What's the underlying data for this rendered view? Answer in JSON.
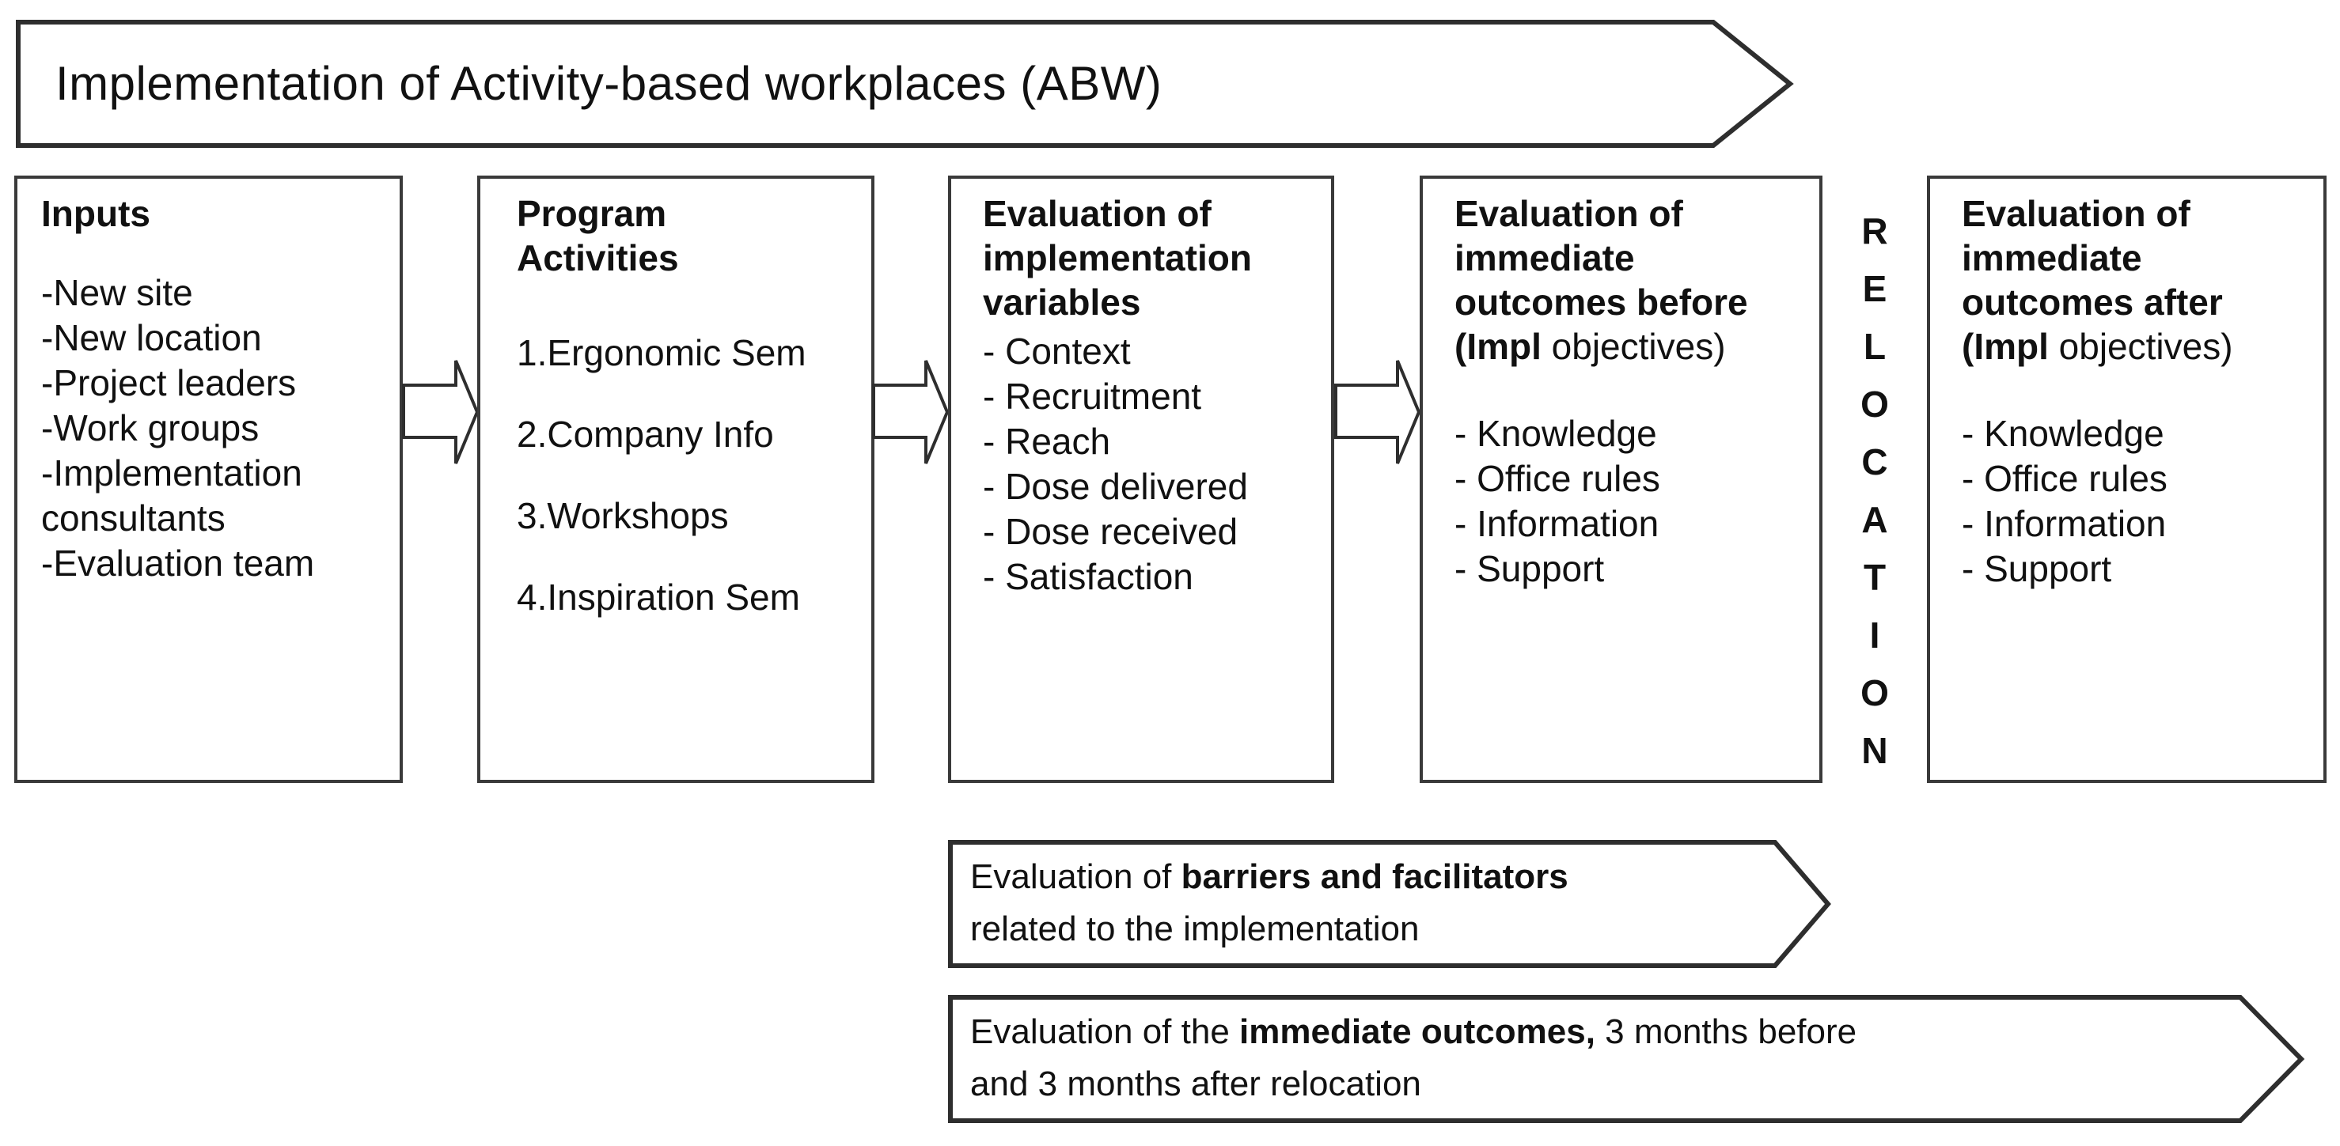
{
  "colors": {
    "border": "#2e2e2e",
    "text": "#111111",
    "background": "#ffffff"
  },
  "banner": {
    "title": "Implementation of Activity-based workplaces (ABW)"
  },
  "boxes": [
    {
      "title": "Inputs",
      "items": [
        "-New site",
        "-New location",
        "-Project leaders",
        "-Work groups",
        "-Implementation\nconsultants",
        "-Evaluation team"
      ]
    },
    {
      "title": "Program\nActivities",
      "items": [
        "1.Ergonomic Sem",
        "2.Company Info",
        "3.Workshops",
        "4.Inspiration Sem"
      ]
    },
    {
      "title": "Evaluation of\nimplementation\nvariables",
      "items": [
        "- Context",
        "- Recruitment",
        "- Reach",
        "- Dose delivered",
        "- Dose received",
        "- Satisfaction"
      ]
    },
    {
      "title": "Evaluation of\nimmediate\noutcomes before",
      "subtitle_bold": "(Impl",
      "subtitle_regular": " objectives)",
      "items": [
        "- Knowledge",
        "- Office rules",
        "- Information",
        "- Support"
      ]
    },
    {
      "title": "Evaluation of\nimmediate\noutcomes after",
      "subtitle_bold": "(Impl",
      "subtitle_regular": " objectives)",
      "items": [
        "- Knowledge",
        "- Office rules",
        "- Information",
        "- Support"
      ]
    }
  ],
  "relocation": {
    "letters": [
      "R",
      "E",
      "L",
      "O",
      "C",
      "A",
      "T",
      "I",
      "O",
      "N"
    ]
  },
  "bottom_arrows": [
    {
      "prefix": "Evaluation of ",
      "bold": "barriers and facilitators",
      "suffix": "",
      "line2": "related to the implementation"
    },
    {
      "prefix": "Evaluation of the ",
      "bold": "immediate outcomes,",
      "suffix": " 3 months before",
      "line2": "and 3 months after relocation"
    }
  ]
}
